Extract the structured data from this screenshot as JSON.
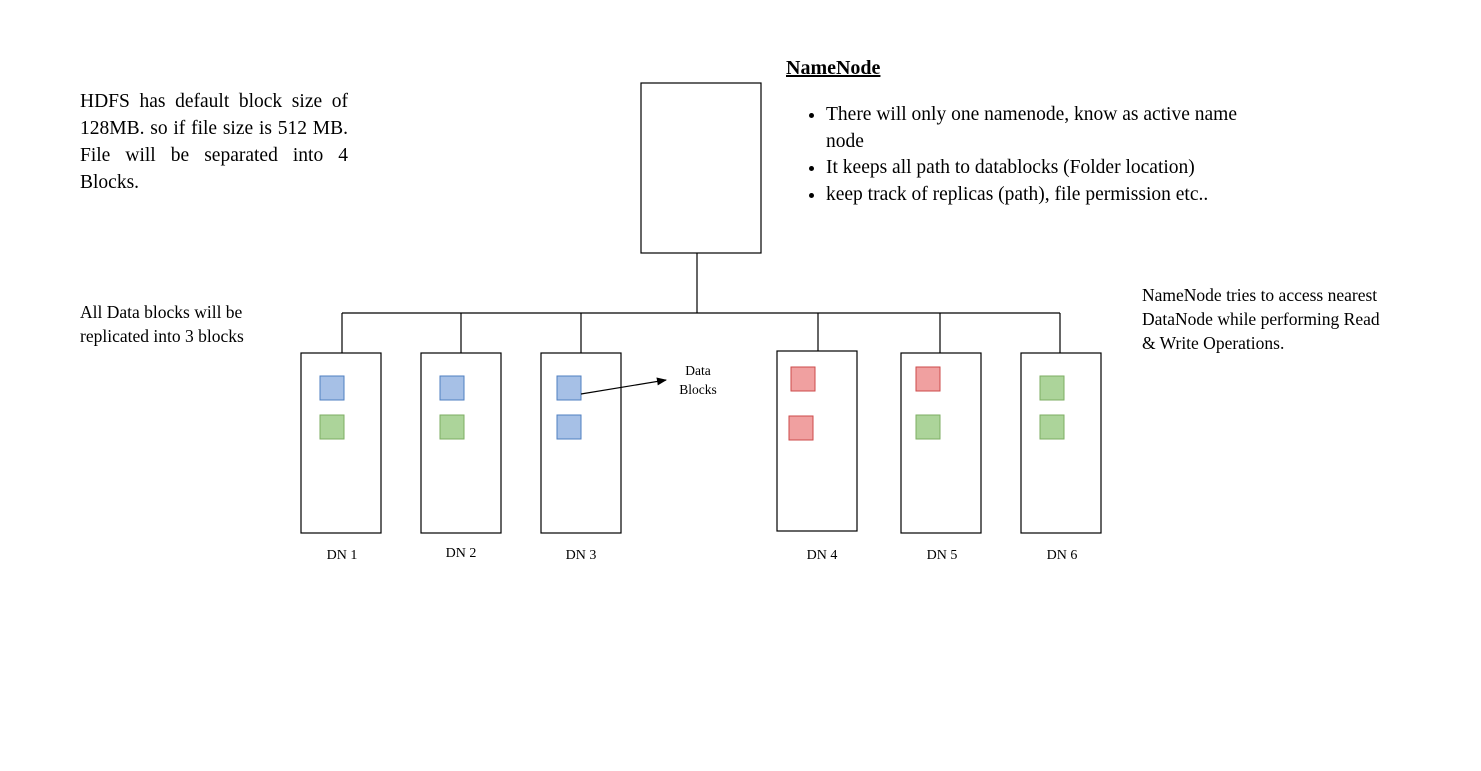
{
  "intro": "HDFS has default block size of 128MB. so if file size is 512 MB. File will be separated into 4 Blocks.",
  "replication_note": "All Data blocks will be replicated into 3 blocks",
  "namenode": {
    "title": "NameNode",
    "bullets": [
      "There will only  one namenode, know as active name node",
      "It keeps all path to datablocks (Folder location)",
      "keep track of replicas (path), file permission etc.."
    ]
  },
  "access_note": "NameNode tries to access nearest DataNode while performing Read & Write Operations.",
  "arrow_label": "Data Blocks",
  "colors": {
    "blue_fill": "#a6c0e6",
    "blue_stroke": "#4f7fc0",
    "green_fill": "#acd49a",
    "green_stroke": "#7dae63",
    "red_fill": "#f0a0a0",
    "red_stroke": "#cc4a4a",
    "line": "#000000"
  },
  "datanodes": [
    {
      "label": "DN 1",
      "blocks": [
        "blue",
        "green"
      ]
    },
    {
      "label": "DN 2",
      "blocks": [
        "blue",
        "green"
      ]
    },
    {
      "label": "DN 3",
      "blocks": [
        "blue",
        "blue"
      ]
    },
    {
      "label": "DN 4",
      "blocks": [
        "red",
        "red"
      ]
    },
    {
      "label": "DN 5",
      "blocks": [
        "red",
        "green"
      ]
    },
    {
      "label": "DN 6",
      "blocks": [
        "green",
        "green"
      ]
    }
  ]
}
